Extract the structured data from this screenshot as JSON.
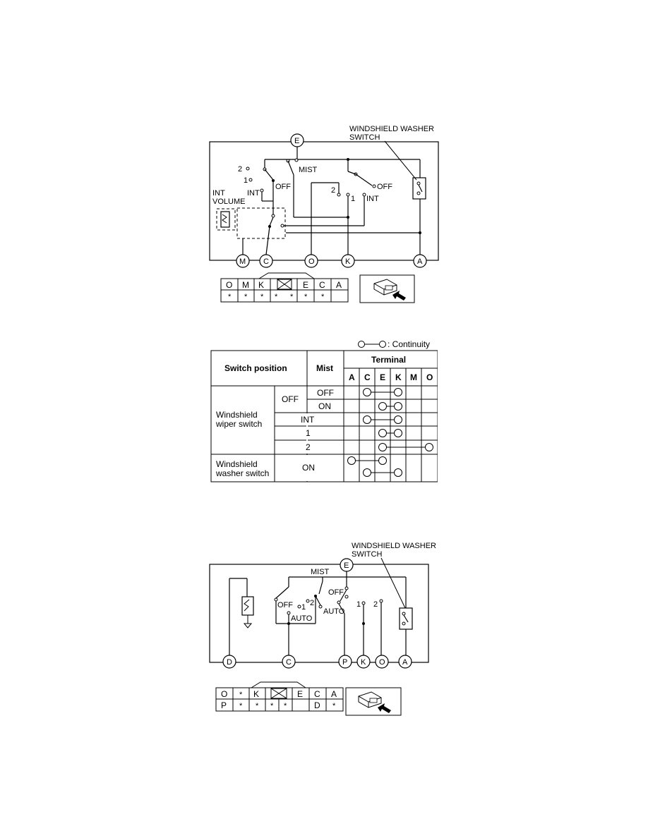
{
  "diagram1": {
    "washer_label_line1": "WINDSHIELD WASHER",
    "washer_label_line2": "SWITCH",
    "top_terminal": "E",
    "bottom_terminals": [
      "M",
      "C",
      "O",
      "K",
      "A"
    ],
    "labels": {
      "mist": "MIST",
      "off_left": "OFF",
      "off_right": "OFF",
      "int_left": "INT",
      "int_right": "INT",
      "pos2_left": "2",
      "pos1_left": "1",
      "pos2_right": "2",
      "pos1_right": "1",
      "int_volume_line1": "INT",
      "int_volume_line2": "VOLUME"
    },
    "connector_row1": [
      "O",
      "M",
      "K",
      "",
      "E",
      "C",
      "A"
    ],
    "connector_row2": [
      "*",
      "*",
      "*",
      "*",
      "*",
      "*",
      "*"
    ]
  },
  "table": {
    "legend": ": Continuity",
    "col_switch_position": "Switch position",
    "col_mist": "Mist",
    "col_terminal": "Terminal",
    "terminals": [
      "A",
      "C",
      "E",
      "K",
      "M",
      "O"
    ],
    "group_wiper": [
      "Windshield",
      "wiper switch"
    ],
    "group_washer": [
      "Windshield",
      "washer switch"
    ],
    "off": "OFF",
    "mist_off": "OFF",
    "mist_on": "ON",
    "int": "INT",
    "one": "1",
    "two": "2",
    "washer_on": "ON",
    "rows": [
      {
        "name": "OFF / OFF",
        "connections": [
          [
            "C",
            "K"
          ]
        ]
      },
      {
        "name": "OFF / ON",
        "connections": [
          [
            "E",
            "K"
          ]
        ]
      },
      {
        "name": "INT",
        "connections": [
          [
            "C",
            "K"
          ]
        ]
      },
      {
        "name": "1",
        "connections": [
          [
            "E",
            "K"
          ]
        ]
      },
      {
        "name": "2",
        "connections": [
          [
            "E",
            "O"
          ]
        ]
      },
      {
        "name": "Washer ON",
        "connections": [
          [
            "A",
            "E"
          ],
          [
            "C",
            "K"
          ]
        ]
      }
    ]
  },
  "diagram2": {
    "washer_label_line1": "WINDSHIELD WASHER",
    "washer_label_line2": "SWITCH",
    "top_terminal": "E",
    "bottom_terminals": [
      "D",
      "C",
      "P",
      "K",
      "O",
      "A"
    ],
    "labels": {
      "mist": "MIST",
      "off_left": "OFF",
      "off_right": "OFF",
      "one": "1",
      "two": "2",
      "auto_left": "AUTO",
      "auto_right": "AUTO",
      "one_right": "1",
      "two_right": "2"
    },
    "connector_row1": [
      "O",
      "*",
      "K",
      "",
      "E",
      "C",
      "A"
    ],
    "connector_row2": [
      "P",
      "*",
      "*",
      "*",
      "*",
      "D",
      "*"
    ]
  }
}
